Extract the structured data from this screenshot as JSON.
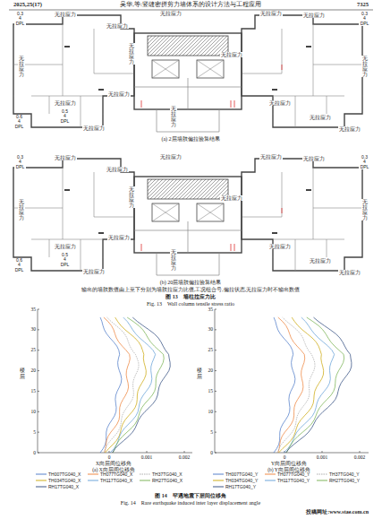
{
  "diagram": {
    "labels": [
      "2025,25(17)",
      "吴华,等:竖缝密拼剪力墙体系的设计方法与工程应用",
      "7325",
      "0.3 4 DPL",
      "无拉应力",
      "无拉应力",
      "无拉应力",
      "无拉应力",
      "无拉应力",
      "0.3 4 DPL",
      "无拉应力",
      "无拉应力",
      "无拉应力",
      "无拉应力",
      "无拉应力",
      "无拉应力",
      "0.6 4 DPL",
      "0.5 4 DPL",
      "无拉应力",
      "无拉应力",
      "无拉应力",
      "无拉应力",
      "无拉应力",
      "(a) 2层墙肢偏拉验算结果",
      "0.3 4 DPL",
      "无拉应力",
      "无拉应力",
      "无拉应力",
      "无拉应力",
      "无拉应力",
      "0.3 4 DPL",
      "无拉应力",
      "无拉应力",
      "无拉应力",
      "无拉应力",
      "无拉应力",
      "无拉应力",
      "0.6 4 DPL",
      "0.5 4 DPL",
      "无拉应力",
      "无拉应力",
      "无拉应力",
      "无拉应力",
      "无拉应力",
      "(b) 20层墙肢偏拉验算结果",
      "输出的墙肢数值由上至下分别为墙肢拉应力比值,工况组合号,偏拉状态,无拉应力时不输出数值",
      "图 13　墙柱拉应力比",
      "Fig. 13　Wall column tensile stress ratio",
      "35",
      "30",
      "25",
      "20",
      "15",
      "10",
      "5",
      "0",
      "楼层",
      "0",
      "0.001",
      "0.002",
      "X向层间位移角",
      "(a) X向层间位移角",
      "35",
      "30",
      "25",
      "20",
      "15",
      "10",
      "5",
      "0",
      "楼层",
      "0",
      "0.001",
      "0.002",
      "Y向层间位移角",
      "(b) Y向层间位移角",
      "图 14　罕遇地震下层间位移角",
      "Fig. 14　Rare earthquake induced inter layer displacement angle",
      "投稿网址:www.stae.com.cn"
    ],
    "legend": [
      {
        "text": "TH007TG040_X"
      },
      {
        "text": "TH077TG040_X"
      },
      {
        "text": "TH37TG040_X"
      },
      {
        "text": "TH034TG040_X"
      },
      {
        "text": "TH117TG040_X"
      },
      {
        "text": "RH27TG040_X"
      },
      {
        "text": "RH17TG040_X"
      },
      {
        "text": "TH007TG040_Y"
      },
      {
        "text": "TH077TG040_Y"
      },
      {
        "text": "TH37TG040_Y"
      },
      {
        "text": "TH034TG040_Y"
      },
      {
        "text": "TH117TG040_Y"
      },
      {
        "text": "RH27TG040_Y"
      },
      {
        "text": "RH17TG040_Y"
      }
    ]
  }
}
